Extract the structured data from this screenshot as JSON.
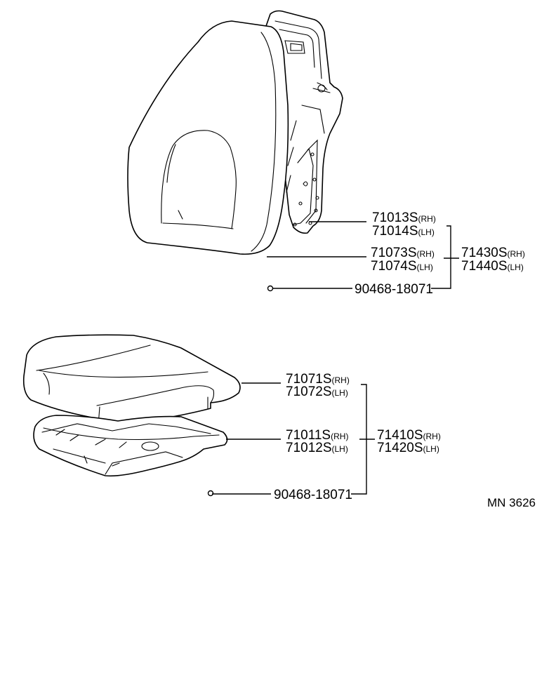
{
  "labels": {
    "back_frame_rh": {
      "num": "71013S",
      "side": "(RH)"
    },
    "back_frame_lh": {
      "num": "71014S",
      "side": "(LH)"
    },
    "back_cover_rh": {
      "num": "71073S",
      "side": "(RH)"
    },
    "back_cover_lh": {
      "num": "71074S",
      "side": "(LH)"
    },
    "back_assy_rh": {
      "num": "71430S",
      "side": "(RH)"
    },
    "back_assy_lh": {
      "num": "71440S",
      "side": "(LH)"
    },
    "back_clip": "90468-18071",
    "cushion_cover_rh": {
      "num": "71071S",
      "side": "(RH)"
    },
    "cushion_cover_lh": {
      "num": "71072S",
      "side": "(LH)"
    },
    "cushion_frame_rh": {
      "num": "71011S",
      "side": "(RH)"
    },
    "cushion_frame_lh": {
      "num": "71012S",
      "side": "(LH)"
    },
    "cushion_assy_rh": {
      "num": "71410S",
      "side": "(RH)"
    },
    "cushion_assy_lh": {
      "num": "71420S",
      "side": "(LH)"
    },
    "cushion_clip": "90468-18071",
    "diagram_id": "MN 3626"
  }
}
